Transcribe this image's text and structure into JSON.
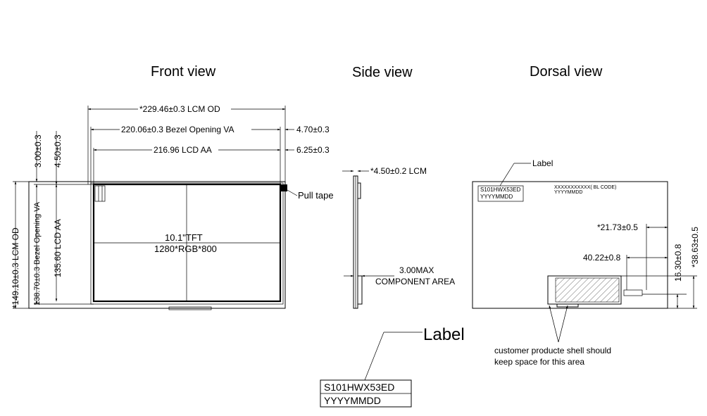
{
  "titles": {
    "front": "Front view",
    "side": "Side view",
    "dorsal": "Dorsal view"
  },
  "front": {
    "dim_od_w": "*229.46±0.3 LCM OD",
    "dim_va_w": "220.06±0.3 Bezel Opening VA",
    "dim_aa_w": "216.96 LCD AA",
    "dim_r1": "4.70±0.3",
    "dim_r2": "6.25±0.3",
    "dim_l1": "3.00±0.3",
    "dim_l2": "4.50±0.3",
    "dim_od_h": "*149.10±0.3 LCM OD",
    "dim_va_h": "138.70±0.3 Bezel Opening VA",
    "dim_aa_h": "135.60 LCD AA",
    "center_line1": "10.1\"TFT",
    "center_line2": "1280*RGB*800",
    "pull_tape": "Pull tape"
  },
  "side": {
    "thickness": "*4.50±0.2 LCM",
    "comp_line1": "3.00MAX",
    "comp_line2": "COMPONENT AREA"
  },
  "dorsal": {
    "label_callout": "Label",
    "label_line1": "S101HWX53ED",
    "label_line2": "YYYYMMDD",
    "barcode_line1": "XXXXXXXXXXX( BL CODE)",
    "barcode_line2": "YYYYMMDD",
    "dim_21": "*21.73±0.5",
    "dim_40": "40.22±0.8",
    "dim_16": "16.30±0.8",
    "dim_38": "*38.63±0.5",
    "note_line1": "customer producte shell should",
    "note_line2": "keep space for this area"
  },
  "label_detail": {
    "title": "Label",
    "line1": "S101HWX53ED",
    "line2": "YYYYMMDD"
  }
}
